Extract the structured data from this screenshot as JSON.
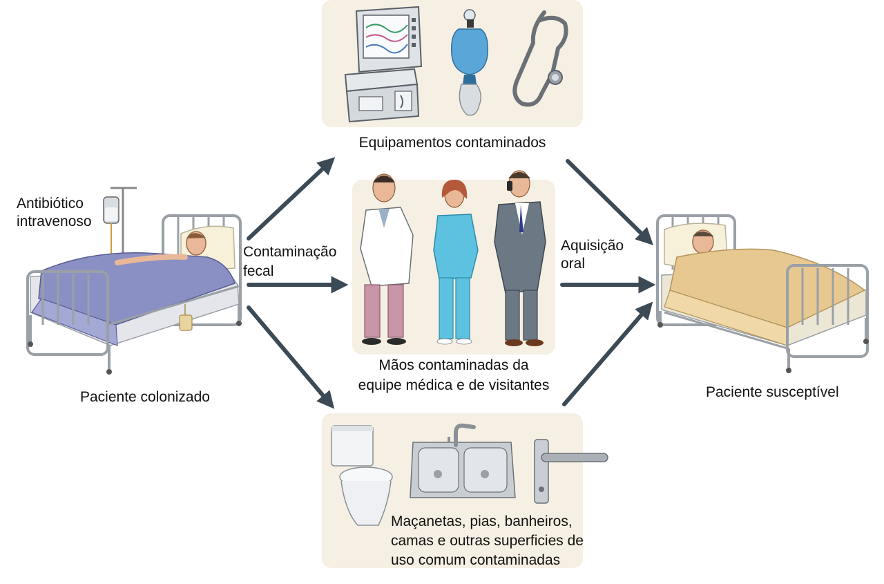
{
  "labels": {
    "antibiotic_line1": "Antibiótico",
    "antibiotic_line2": "intravenoso",
    "colonized_patient": "Paciente colonizado",
    "fecal_line1": "Contaminação",
    "fecal_line2": "fecal",
    "equipment": "Equipamentos contaminados",
    "hands_line1": "Mãos contaminadas da",
    "hands_line2": "equipe médica e de visitantes",
    "oral_line1": "Aquisição",
    "oral_line2": "oral",
    "susceptible_patient": "Paciente susceptível",
    "surfaces_line1": "Maçanetas, pias, banheiros,",
    "surfaces_line2": "camas e outras superficies de",
    "surfaces_line3": "uso comum contaminadas"
  },
  "icons": {
    "equipment": [
      "ventilator-monitor-icon",
      "bag-valve-mask-icon",
      "stethoscope-icon"
    ],
    "people": [
      "doctor-icon",
      "nurse-icon",
      "visitor-icon"
    ],
    "surfaces": [
      "toilet-icon",
      "sink-icon",
      "door-handle-icon"
    ],
    "patients": [
      "colonized-patient-bed-icon",
      "susceptible-patient-bed-icon",
      "iv-drip-icon"
    ]
  },
  "colors": {
    "panel": "#f6efe3",
    "arrow": "#3c4a55",
    "colonized_blanket": "#8a8fc4",
    "susceptible_blanket": "#e7c891",
    "nurse_scrubs": "#5cc2e0",
    "suit": "#6c7884"
  }
}
